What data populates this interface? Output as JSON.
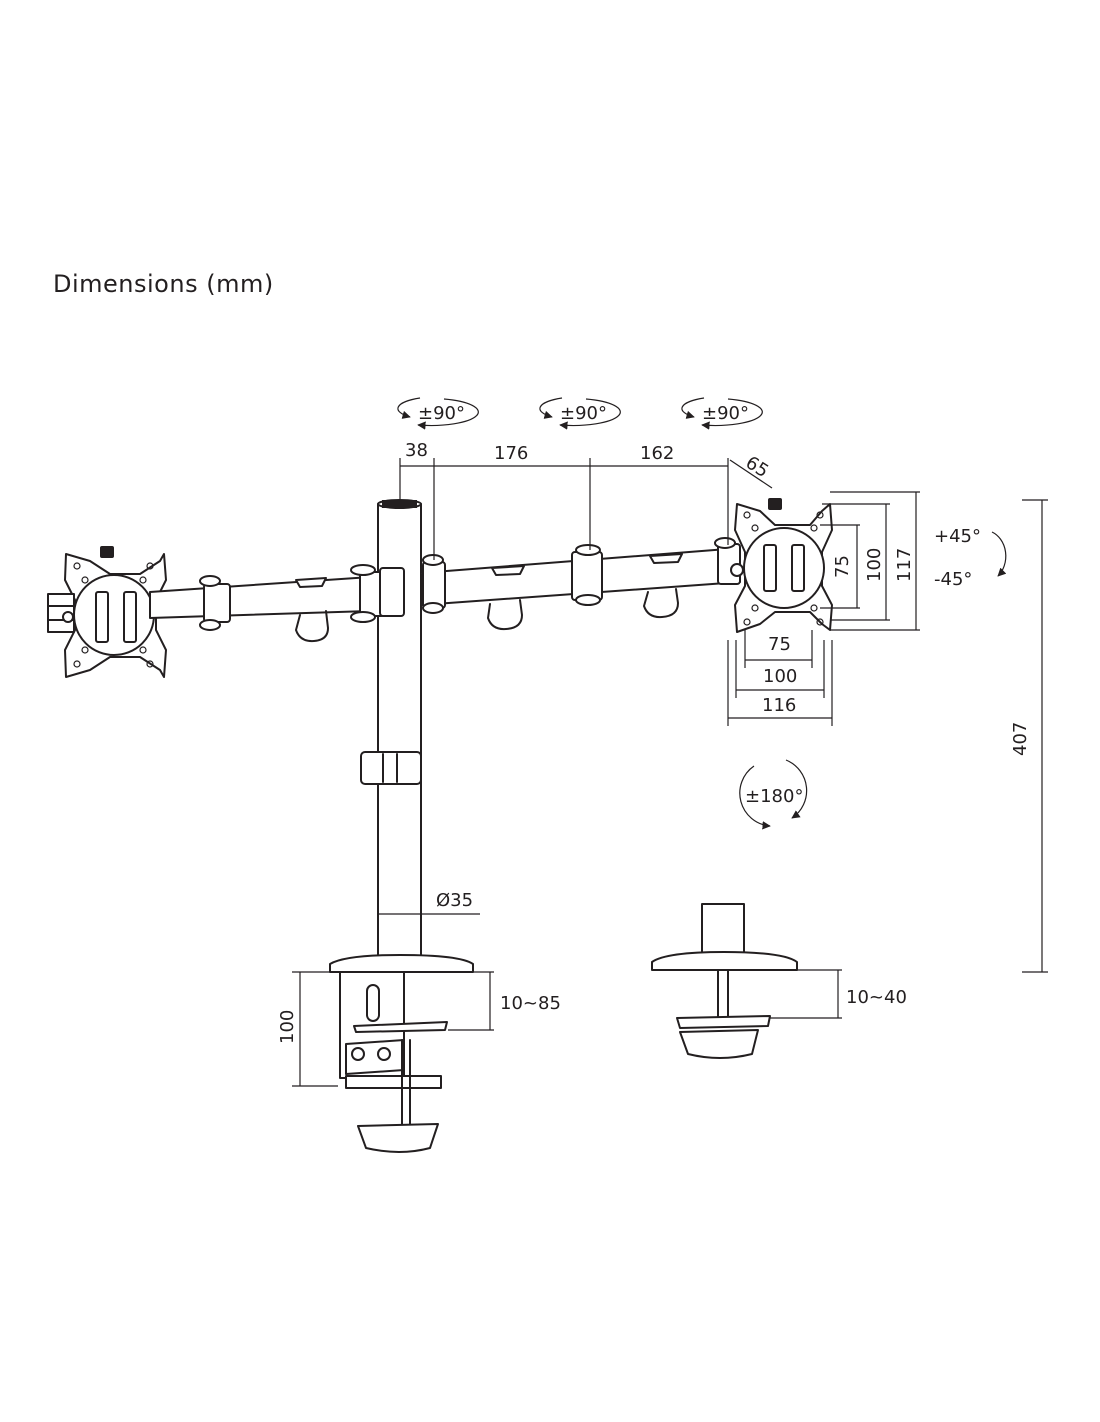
{
  "title": "Dimensions (mm)",
  "rotation": {
    "arm1": "±90°",
    "arm2": "±90°",
    "arm3": "±90°",
    "pole": "±180°"
  },
  "tilt": {
    "up": "+45°",
    "down": "-45°"
  },
  "dims": {
    "d38": "38",
    "d176": "176",
    "d162": "162",
    "d65": "65",
    "h75": "75",
    "h100": "100",
    "h117": "117",
    "w75": "75",
    "w100": "100",
    "w116": "116",
    "h407": "407",
    "pole_dia": "Ø35",
    "clamp_range": "10~85",
    "clamp_height": "100",
    "grommet_range": "10~40"
  }
}
